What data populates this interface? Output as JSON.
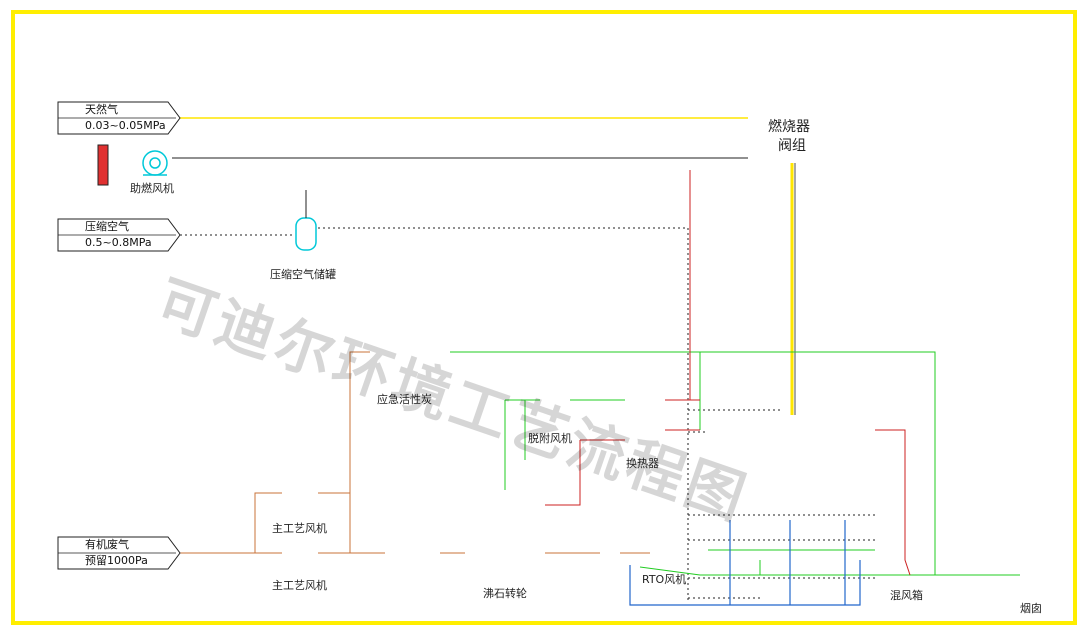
{
  "inlets": {
    "natural_gas": {
      "name": "天然气",
      "spec": "0.03~0.05MPa"
    },
    "compressed_air": {
      "name": "压缩空气",
      "spec": "0.5~0.8MPa"
    },
    "organic_waste_gas": {
      "name": "有机废气",
      "spec": "预留1000Pa"
    }
  },
  "burner_box": {
    "line1": "燃烧器",
    "line2": "阀组"
  },
  "labels": {
    "combustion_fan": "助燃风机",
    "air_tank": "压缩空气储罐",
    "emergency_carbon": "应急活性炭",
    "desorption_fan": "脱附风机",
    "heat_exchanger": "换热器",
    "main_fan_1": "主工艺风机",
    "main_fan_2": "主工艺风机",
    "zeolite_rotor": "沸石转轮",
    "rto_fan": "RTO风机",
    "mixing_box": "混风箱",
    "chimney": "烟囱"
  },
  "watermark": "可迪尔环境工艺流程图",
  "colors": {
    "frame": "#ffee00",
    "equipment": "#00c8d8",
    "pipe_gas": "#ffe600",
    "pipe_air": "#222222",
    "pipe_waste": "#c8733a",
    "pipe_clean": "#22cc22",
    "pipe_hot": "#cc2222",
    "pipe_cold": "#2266cc",
    "media": "#cc3333"
  }
}
